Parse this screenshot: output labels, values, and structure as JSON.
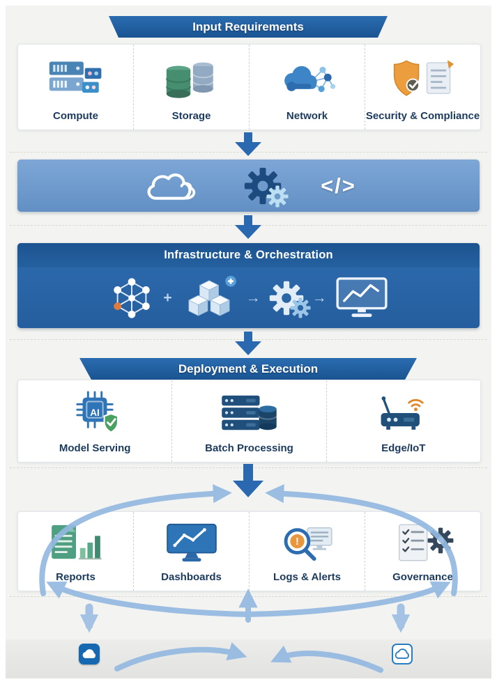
{
  "banners": {
    "input": "Input Requirements",
    "deployment": "Deployment & Execution"
  },
  "input_section": {
    "items": [
      {
        "label": "Compute",
        "icon": "server-rack-icon"
      },
      {
        "label": "Storage",
        "icon": "database-stack-icon"
      },
      {
        "label": "Network",
        "icon": "cloud-network-icon"
      },
      {
        "label": "Security & Compliance",
        "icon": "shield-document-icon"
      }
    ]
  },
  "platform_bar": {
    "code_text": "</>",
    "icons": [
      "cloud-icon",
      "gears-icon",
      "code-icon"
    ]
  },
  "infra_section": {
    "title": "Infrastructure & Orchestration",
    "plus_connector": "+",
    "arrow_connector": "→",
    "icons": [
      "network-graph-icon",
      "server-blocks-icon",
      "gears-icon",
      "monitor-chart-icon"
    ]
  },
  "deployment_section": {
    "items": [
      {
        "label": "Model Serving",
        "chip_text": "AI",
        "icon": "ai-chip-shield-icon"
      },
      {
        "label": "Batch Processing",
        "icon": "server-database-icon"
      },
      {
        "label": "Edge/IoT",
        "icon": "edge-device-wifi-icon"
      }
    ]
  },
  "output_section": {
    "items": [
      {
        "label": "Reports",
        "icon": "report-document-chart-icon"
      },
      {
        "label": "Dashboards",
        "icon": "dashboard-monitor-icon"
      },
      {
        "label": "Logs & Alerts",
        "alert_mark": "!",
        "icon": "magnifier-alert-icon"
      },
      {
        "label": "Governance",
        "icon": "checklist-gear-icon"
      }
    ]
  },
  "colors": {
    "accent_blue": "#2a6cb0",
    "light_bar_blue": "#6f9bcc",
    "flow_arrow_blue": "#93b9e0",
    "storage_green": "#478d6f",
    "security_orange": "#ec9d3e"
  }
}
